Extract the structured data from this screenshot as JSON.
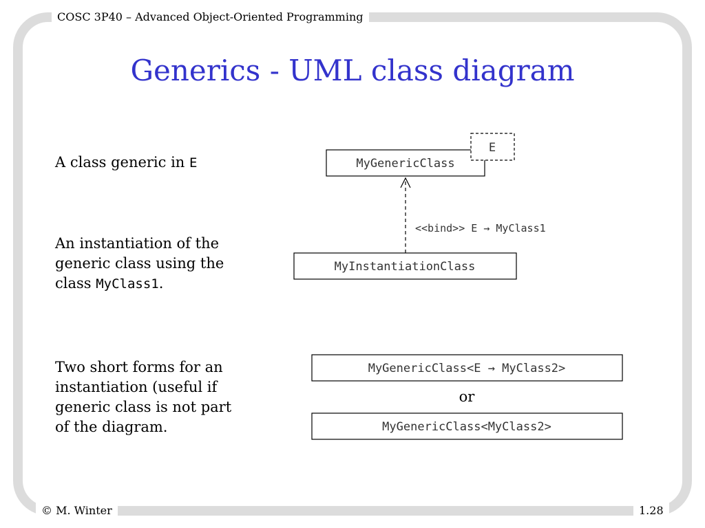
{
  "header": {
    "course": "COSC 3P40 – Advanced Object-Oriented Programming"
  },
  "title": "Generics - UML class diagram",
  "left_text": {
    "generic": {
      "text": "A class generic in ",
      "code": "E"
    },
    "instantiation": {
      "line1": "An instantiation of the",
      "line2": "generic class using the",
      "line3_prefix": "class ",
      "line3_code": "MyClass1",
      "line3_suffix": "."
    },
    "short_forms": {
      "line1": "Two short forms for an",
      "line2": "instantiation (useful if",
      "line3": "generic class is not part",
      "line4": "of the diagram."
    }
  },
  "diagram": {
    "generic_class": "MyGenericClass",
    "type_param": "E",
    "instantiation_class": "MyInstantiationClass",
    "bind_label": "<<bind>> E → MyClass1",
    "short_form_1": "MyGenericClass<E → MyClass2>",
    "or_text": "or",
    "short_form_2": "MyGenericClass<MyClass2>"
  },
  "footer": {
    "author": "© M. Winter",
    "page": "1.28"
  },
  "colors": {
    "title": "#3333cc",
    "frame": "#dcdcdc"
  }
}
